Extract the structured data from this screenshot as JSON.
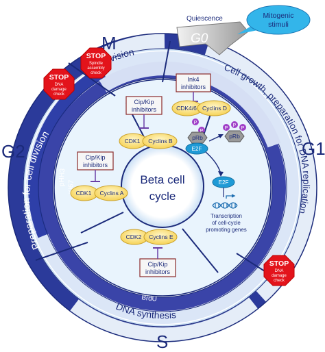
{
  "phases": {
    "g0": "G0",
    "m": "M",
    "g1": "G1",
    "g2": "G2",
    "s": "S"
  },
  "labels": {
    "quiescence": "Quiescence",
    "mitogenic_stimuli_1": "Mitogenic",
    "mitogenic_stimuli_2": "stimuli",
    "division": "Division",
    "cell_growth": "Cell growth, preparation for DNA replication",
    "preparation_division": "Preparation for cell division",
    "dna_synthesis": "DNA synthesis",
    "phh3": "pHH3",
    "ki67": "Ki67",
    "brdu": "BrdU",
    "center_line1": "Beta cell",
    "center_line2": "cycle"
  },
  "inhibitors": {
    "ink4_1": "Ink4",
    "ink4_2": "inhibitors",
    "cipkip_1": "Cip/Kip",
    "cipkip_2": "inhibitors"
  },
  "complexes": {
    "cdk46": "CDK4/6",
    "cyclins_d": "Cyclins D",
    "cdk1": "CDK1",
    "cyclins_b": "Cyclins B",
    "cyclins_a": "Cyclins A",
    "cdk2": "CDK2",
    "cyclins_e": "Cyclins E"
  },
  "g1_pathway": {
    "p": "P",
    "prb": "pRb",
    "e2f": "E2F",
    "transcription_1": "Transcription",
    "transcription_2": "of cell-cycle",
    "transcription_3": "promoting genes"
  },
  "checkpoints": {
    "stop": "STOP",
    "spindle_1": "Spindle",
    "spindle_2": "assembly",
    "spindle_3": "check",
    "dna_1": "DNA",
    "dna_2": "damage",
    "dna_3": "check"
  },
  "colors": {
    "navy": "#1b2a7a",
    "ring_blue": "#2b3a9a",
    "ring_mid": "#3446b0",
    "light_blue": "#dcefff",
    "pale_bg": "#e9f4fd",
    "cyclin_yellow": "#ffe27a",
    "stop_red": "#e3131b",
    "e2f_blue": "#1f9ad6",
    "bubble_blue": "#33b5ea",
    "p_purple": "#a040c8"
  }
}
